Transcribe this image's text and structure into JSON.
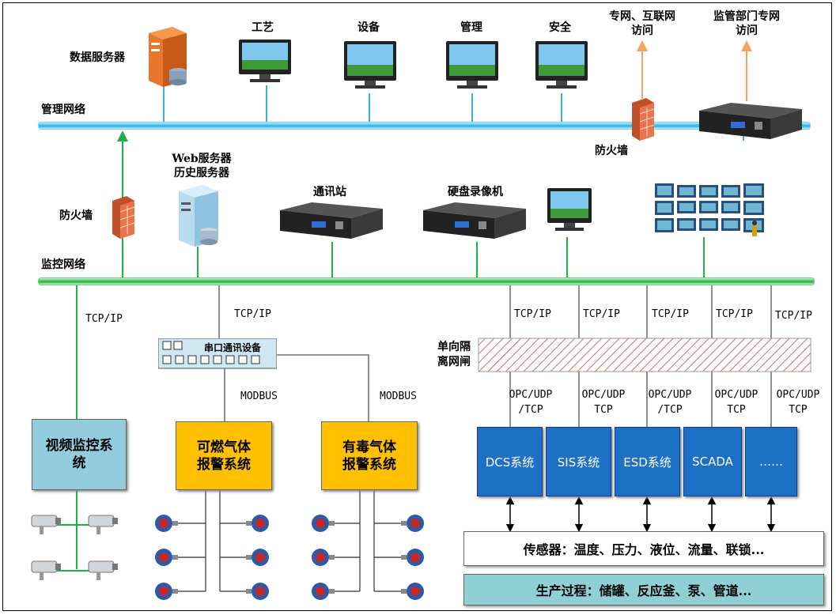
{
  "nodes": {
    "data_server": "数据服务器",
    "management_network": "管理网络",
    "craft": "工艺",
    "equipment": "设备",
    "management": "管理",
    "safety": "安全",
    "private_internet_line1": "专网、互联网",
    "private_internet_line2": "访问",
    "regulator_line1": "监管部门专网",
    "regulator_line2": "访问",
    "firewall_top": "防火墙",
    "firewall_left": "防火墙",
    "web_server_line1": "Web服务器",
    "web_server_line2": "历史服务器",
    "comm_station": "通讯站",
    "dvr": "硬盘录像机",
    "monitor_network": "监控网络",
    "serial_device": "串口通讯设备",
    "isolation_line1": "单向隔",
    "isolation_line2": "离网闸",
    "video_system_line1": "视频监控系",
    "video_system_line2": "统",
    "gas_combustible_line1": "可燃气体",
    "gas_combustible_line2": "报警系统",
    "gas_toxic_line1": "有毒气体",
    "gas_toxic_line2": "报警系统",
    "dcs": "DCS系统",
    "sis": "SIS系统",
    "esd": "ESD系统",
    "scada": "SCADA",
    "more": "……",
    "sensors": "传感器：温度、压力、液位、流量、联锁...",
    "process": "生产过程：储罐、反应釜、泵、管道..."
  },
  "edges": {
    "tcpip": "TCP/IP",
    "modbus": "MODBUS",
    "opc_line1": "OPC/UDP",
    "opc_line2a": "/TCP",
    "opc_line2b": "TCP"
  },
  "colors": {
    "bus_blue": "#27aee8",
    "bus_green": "#20b046",
    "system_blue": "#1e6fc6",
    "alarm_yellow": "#ffc000",
    "video_teal": "#93cddd",
    "process_teal": "#8fd0d4",
    "external_arrow": "#f4a460"
  },
  "icons": [
    "server-icon",
    "monitor-icon",
    "firewall-icon",
    "rack-server-icon",
    "video-wall-icon",
    "serial-device-icon",
    "camera-icon",
    "gas-detector-icon"
  ]
}
